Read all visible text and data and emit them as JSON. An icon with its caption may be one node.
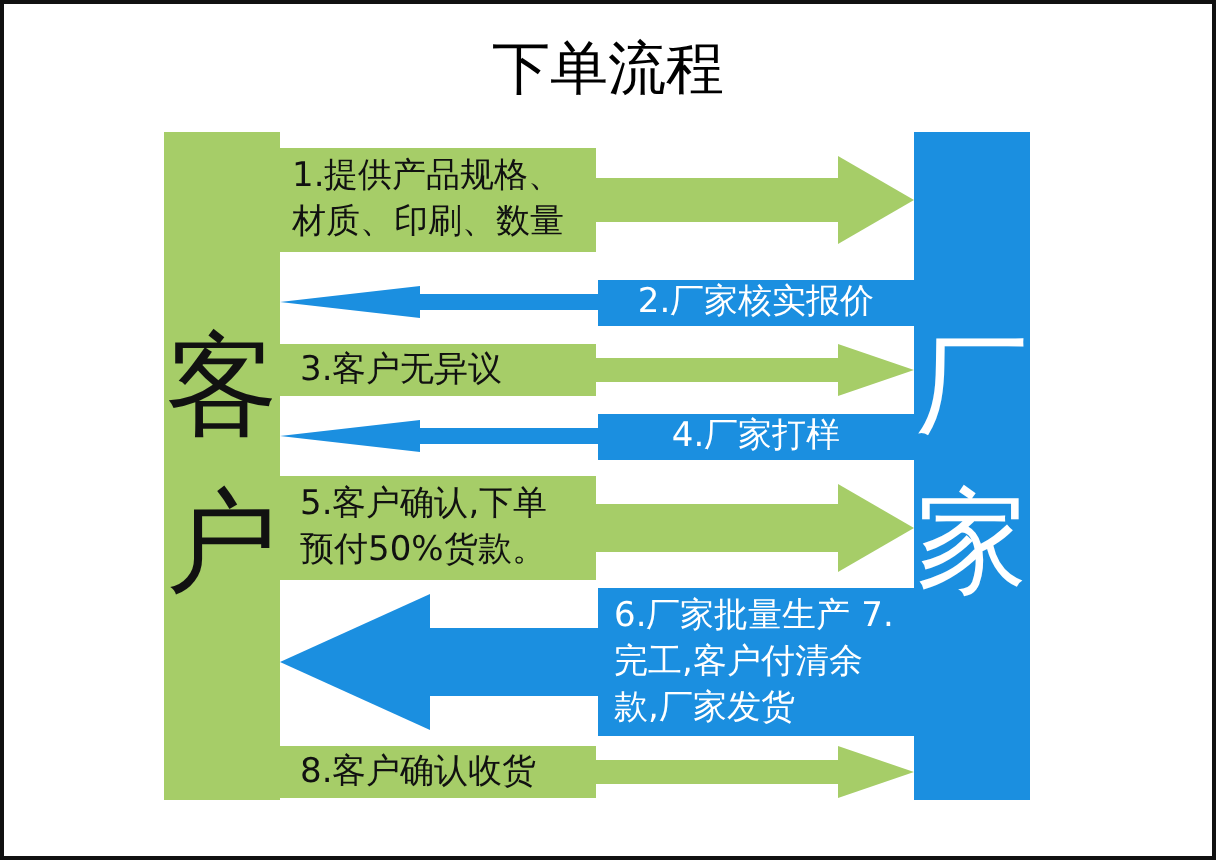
{
  "diagram": {
    "title": "下单流程",
    "nodes": [
      {
        "text": [
          "客户"
        ]
      },
      {
        "text": [
          "厂家"
        ]
      }
    ],
    "edges": [
      {
        "from": 0,
        "to": 1,
        "arrow": "to",
        "label": "1.提供产品规格、材质、印刷、数量",
        "style": "thick"
      },
      {
        "from": 1,
        "to": 0,
        "arrow": "to",
        "label": "2.厂家核实报价",
        "color": "#1b8fe0"
      },
      {
        "from": 0,
        "to": 1,
        "arrow": "to",
        "label": "3.客户无异议"
      },
      {
        "from": 1,
        "to": 0,
        "arrow": "to",
        "label": "4.厂家打样",
        "color": "#1b8fe0"
      },
      {
        "from": 0,
        "to": 1,
        "arrow": "to",
        "label": "5.客户确认,下单预付50%货款。",
        "style": "thick"
      },
      {
        "from": 1,
        "to": 0,
        "arrow": "to",
        "label": "6.厂家批量生产 7.完工,客户付清余款,厂家发货",
        "color": "#1b8fe0",
        "style": "thick"
      },
      {
        "from": 0,
        "to": 1,
        "arrow": "to",
        "label": "8.客户确认收货"
      }
    ]
  }
}
